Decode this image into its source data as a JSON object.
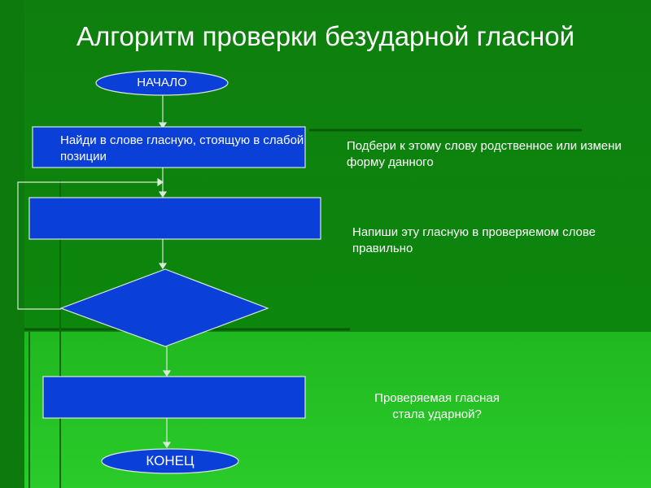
{
  "title": "Алгоритм проверки безударной гласной",
  "flowchart": {
    "start_label": "НАЧАЛО",
    "step1_text": "Найди в слове гласную, стоящую в слабой позиции",
    "end_label": "КОНЕЦ"
  },
  "side_labels": {
    "top_right": "Подбери к этому слову родственное или измени форму данного",
    "middle_right": "Напиши эту гласную в проверяемом слове правильно",
    "bottom_right": "Проверяемая гласная стала ударной?"
  },
  "colors": {
    "background_dark": "#0a8a0a",
    "background_light": "#22c422",
    "shape_fill": "#0a3fd8",
    "text": "#ffffff"
  }
}
